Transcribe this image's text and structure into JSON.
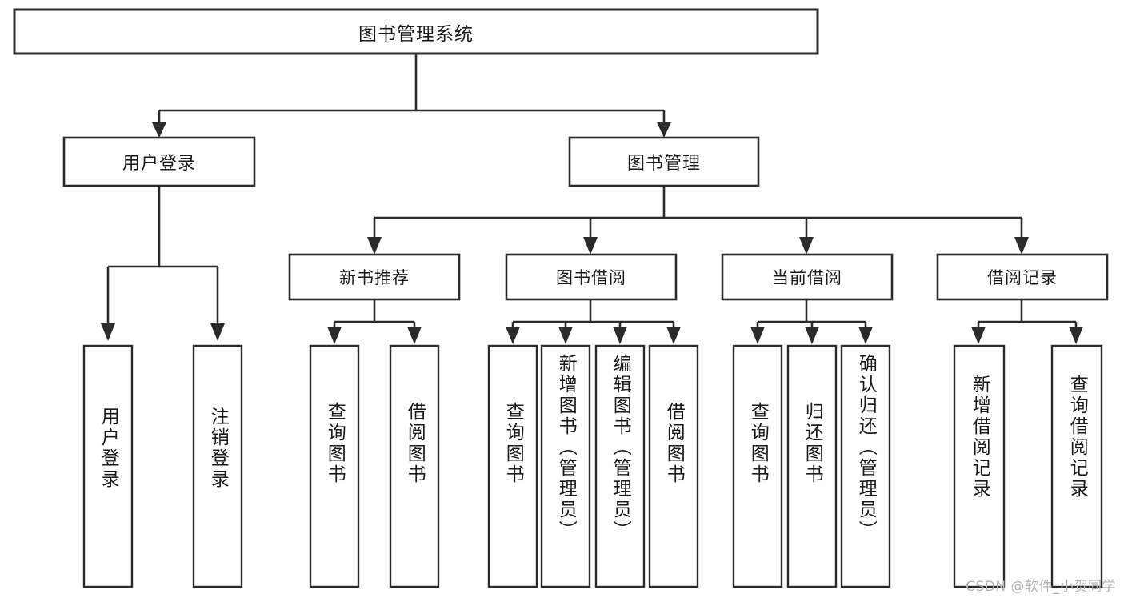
{
  "diagram": {
    "title": "图书管理系统",
    "type": "tree-hierarchy",
    "orientation": "top-down",
    "colors": {
      "background": "#ffffff",
      "box_fill": "#ffffff",
      "box_stroke": "#2b2b2b",
      "text": "#1a1a1a",
      "watermark": "#b5b5b5"
    },
    "root": {
      "id": "root",
      "label": "图书管理系统",
      "text_orientation": "horizontal"
    },
    "level1": [
      {
        "id": "user-login",
        "label": "用户登录",
        "text_orientation": "horizontal"
      },
      {
        "id": "book-manage",
        "label": "图书管理",
        "text_orientation": "horizontal"
      }
    ],
    "level2": [
      {
        "id": "new-book-recommend",
        "label": "新书推荐",
        "parent": "book-manage",
        "text_orientation": "horizontal"
      },
      {
        "id": "book-borrow",
        "label": "图书借阅",
        "parent": "book-manage",
        "text_orientation": "horizontal"
      },
      {
        "id": "current-borrow",
        "label": "当前借阅",
        "parent": "book-manage",
        "text_orientation": "horizontal"
      },
      {
        "id": "borrow-record",
        "label": "借阅记录",
        "parent": "book-manage",
        "text_orientation": "horizontal"
      }
    ],
    "leaves": [
      {
        "id": "leaf-user-login",
        "label": "用户登录",
        "parent": "user-login",
        "text_orientation": "vertical"
      },
      {
        "id": "leaf-user-logout",
        "label": "注销登录",
        "parent": "user-login",
        "text_orientation": "vertical"
      },
      {
        "id": "leaf-query-book-1",
        "label": "查询图书",
        "parent": "new-book-recommend",
        "text_orientation": "vertical"
      },
      {
        "id": "leaf-borrow-book-1",
        "label": "借阅图书",
        "parent": "new-book-recommend",
        "text_orientation": "vertical"
      },
      {
        "id": "leaf-query-book-2",
        "label": "查询图书",
        "parent": "book-borrow",
        "text_orientation": "vertical"
      },
      {
        "id": "leaf-add-book",
        "label": "新增图书（管理员）",
        "parent": "book-borrow",
        "text_orientation": "vertical"
      },
      {
        "id": "leaf-edit-book",
        "label": "编辑图书（管理员）",
        "parent": "book-borrow",
        "text_orientation": "vertical"
      },
      {
        "id": "leaf-borrow-book-2",
        "label": "借阅图书",
        "parent": "book-borrow",
        "text_orientation": "vertical"
      },
      {
        "id": "leaf-query-book-3",
        "label": "查询图书",
        "parent": "current-borrow",
        "text_orientation": "vertical"
      },
      {
        "id": "leaf-return-book",
        "label": "归还图书",
        "parent": "current-borrow",
        "text_orientation": "vertical"
      },
      {
        "id": "leaf-confirm-return",
        "label": "确认归还（管理员）",
        "parent": "current-borrow",
        "text_orientation": "vertical"
      },
      {
        "id": "leaf-add-record",
        "label": "新增借阅记录",
        "parent": "borrow-record",
        "text_orientation": "vertical"
      },
      {
        "id": "leaf-query-record",
        "label": "查询借阅记录",
        "parent": "borrow-record",
        "text_orientation": "vertical"
      }
    ],
    "watermark": "CSDN @软件_小贺同学"
  }
}
